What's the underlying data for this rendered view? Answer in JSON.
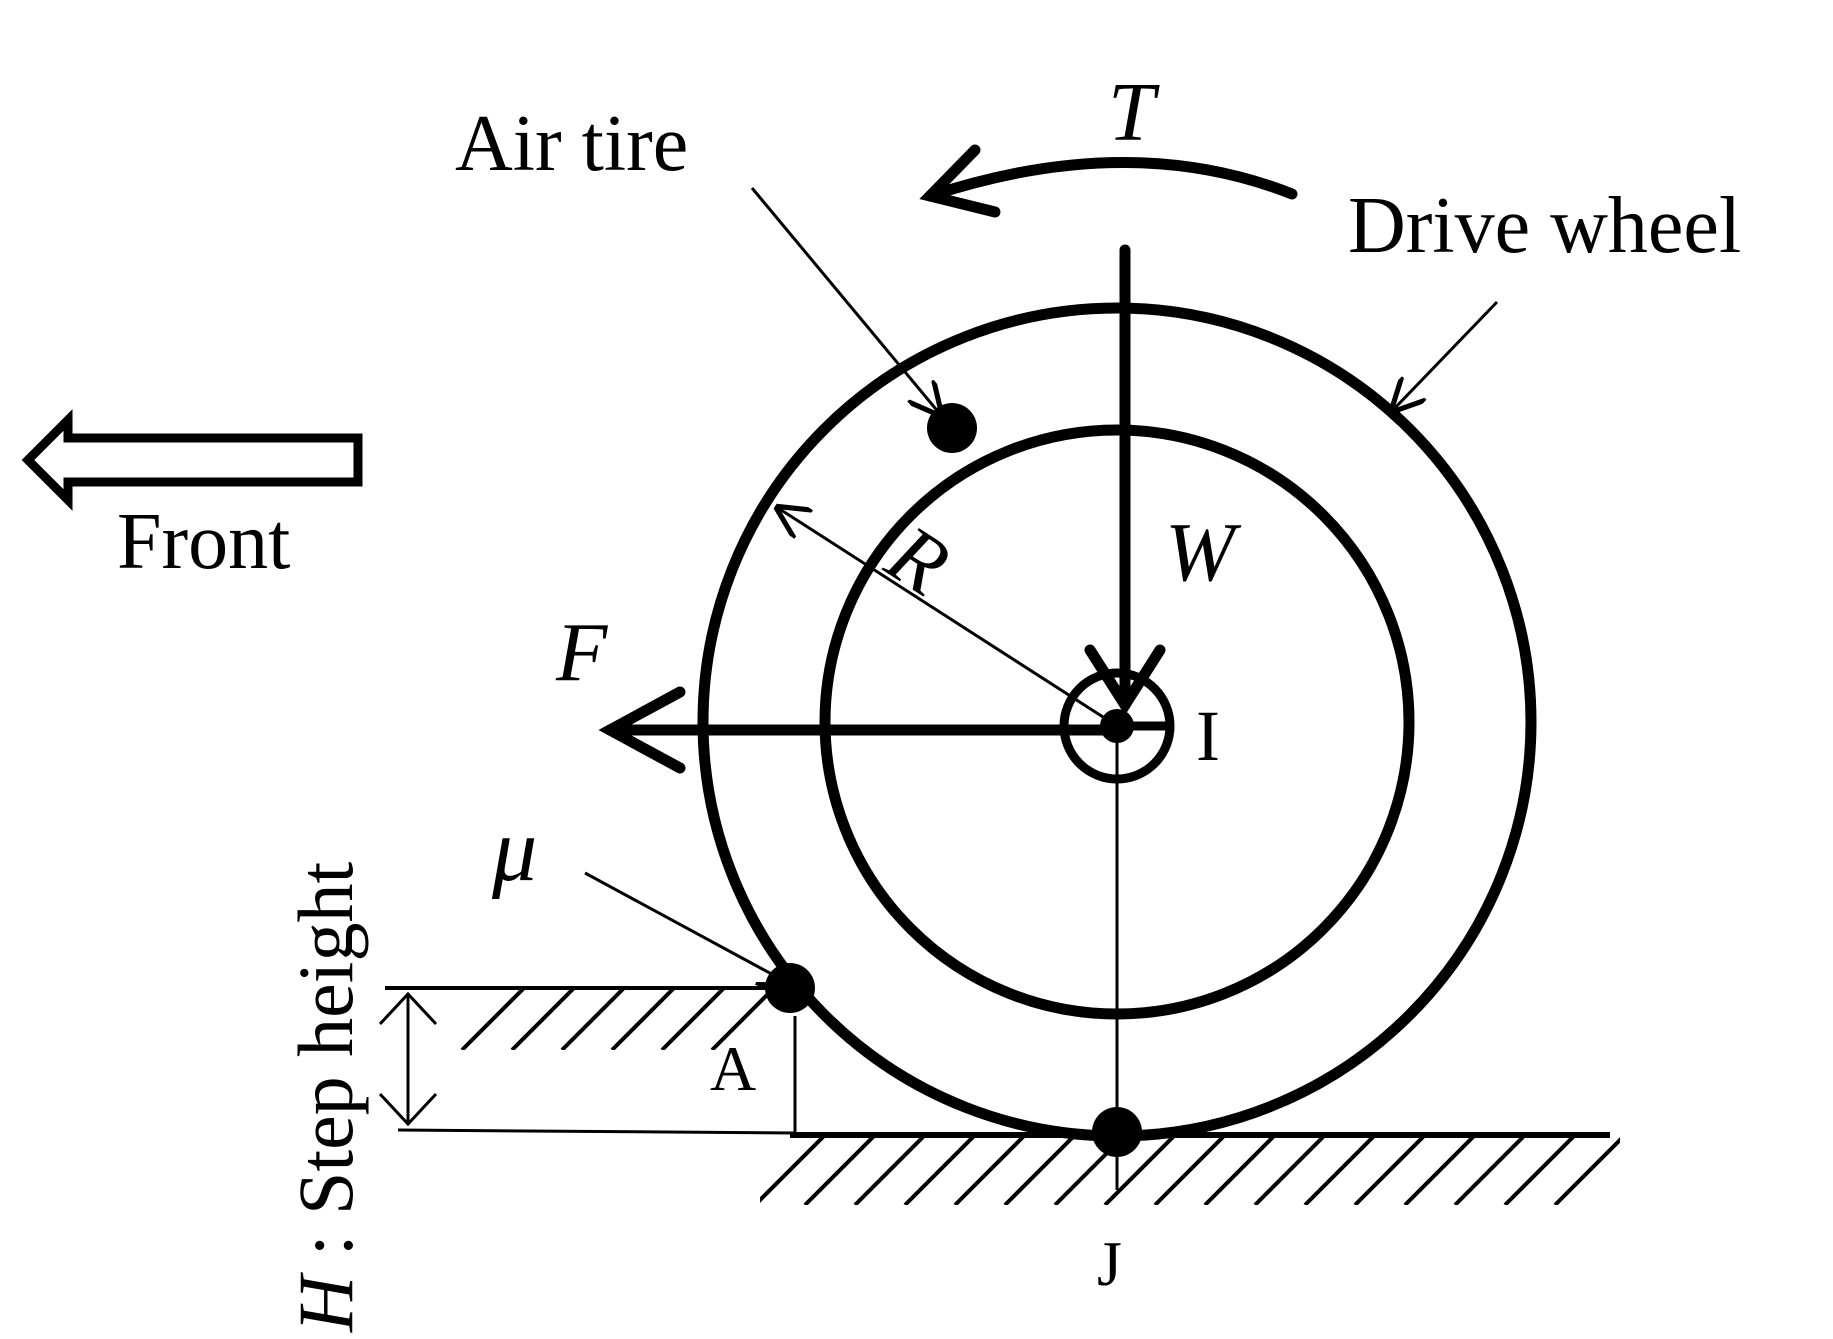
{
  "labels": {
    "air_tire": "Air tire",
    "drive_wheel": "Drive wheel",
    "front": "Front",
    "torque": "T",
    "radius": "R",
    "weight": "W",
    "force": "F",
    "center": "I",
    "friction": "μ",
    "point_a": "A",
    "point_j": "J",
    "step_symbol": "H",
    "step_text": " : Step height"
  }
}
